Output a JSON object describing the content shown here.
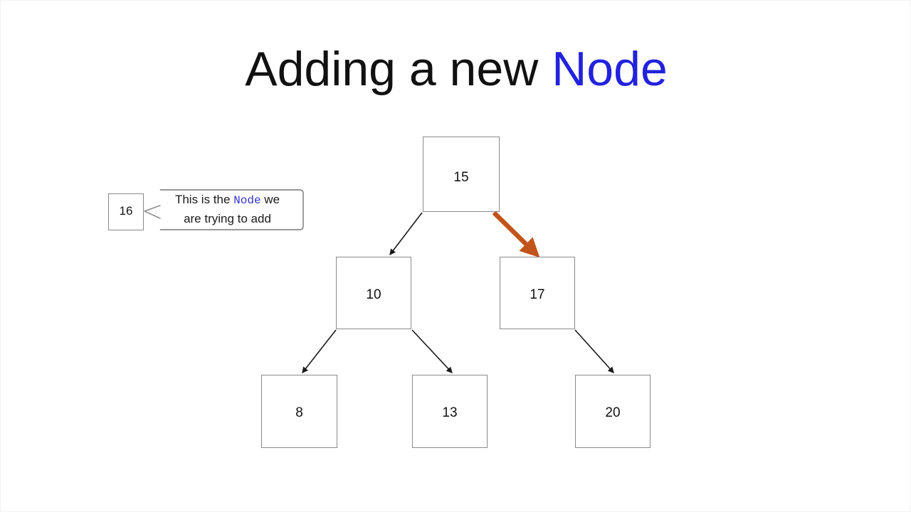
{
  "slide": {
    "title": {
      "prefix": "Adding a new ",
      "keyword": "Node"
    },
    "background_color": "#ffffff",
    "title_color": "#111111",
    "keyword_color": "#2222dd"
  },
  "new_node": {
    "value": "16",
    "callout": {
      "line1_before": "This is the ",
      "line1_keyword": "Node",
      "line1_after": " we",
      "line2": "are trying to add",
      "keyword_color": "#3333cc"
    }
  },
  "tree": {
    "nodes": [
      {
        "id": "node-15",
        "value": "15",
        "level": 0
      },
      {
        "id": "node-10",
        "value": "10",
        "level": 1
      },
      {
        "id": "node-17",
        "value": "17",
        "level": 1
      },
      {
        "id": "node-8",
        "value": "8",
        "level": 2
      },
      {
        "id": "node-13",
        "value": "13",
        "level": 2
      },
      {
        "id": "node-20",
        "value": "20",
        "level": 2
      }
    ],
    "edges": [
      {
        "from": "15",
        "to": "10",
        "color": "#1a1a1a",
        "highlight": false
      },
      {
        "from": "15",
        "to": "17",
        "color": "#c1541a",
        "highlight": true
      },
      {
        "from": "10",
        "to": "8",
        "color": "#1a1a1a",
        "highlight": false
      },
      {
        "from": "10",
        "to": "13",
        "color": "#1a1a1a",
        "highlight": false
      },
      {
        "from": "17",
        "to": "20",
        "color": "#1a1a1a",
        "highlight": false
      }
    ],
    "node_border_color": "#8a8a8a",
    "highlight_color": "#c1541a"
  }
}
